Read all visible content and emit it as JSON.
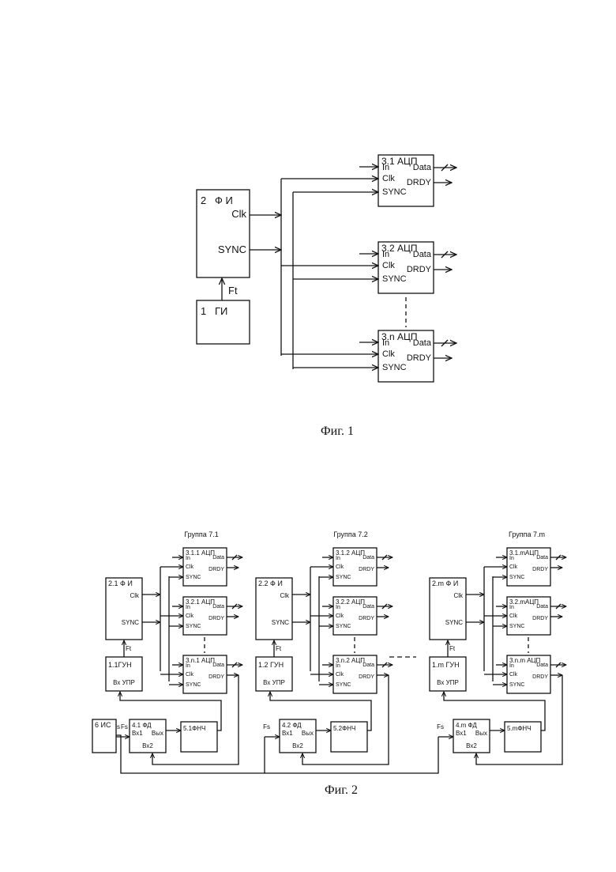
{
  "fig1": {
    "caption": "Фиг. 1",
    "gi": {
      "num": "1",
      "name": "ГИ"
    },
    "fi": {
      "num": "2",
      "name": "Ф И",
      "clk": "Clk",
      "sync": "SYNC"
    },
    "ft": "Ft",
    "adcs": [
      {
        "title": "3.1 АЦП"
      },
      {
        "title": "3.2 АЦП"
      },
      {
        "title": "3.n АЦП"
      }
    ],
    "port_in": "In",
    "port_clk": "Clk",
    "port_sync": "SYNC",
    "port_data": "Data",
    "port_drdy": "DRDY"
  },
  "fig2": {
    "caption": "Фиг. 2",
    "is_label": "6  ИС",
    "fs": "Fs",
    "ft": "Ft",
    "vx_upr": "Вх УПР",
    "vx1": "Вх1",
    "vyx": "Вых",
    "vx2": "Вх2",
    "port_in": "In",
    "port_clk": "Clk",
    "port_sync": "SYNC",
    "port_data": "Data",
    "port_drdy": "DRDY",
    "fi_clk": "Clk",
    "fi_sync": "SYNC",
    "groups": [
      {
        "label": "Группа 7.1",
        "fi": "2.1 Ф И",
        "gun": "1.1ГУН",
        "fd": "4.1 ФД",
        "fnch": "5.1ФНЧ",
        "adcs": [
          "3.1.1 АЦП",
          "3.2.1 АЦП",
          "3.n.1 АЦП"
        ]
      },
      {
        "label": "Группа 7.2",
        "fi": "2.2 Ф И",
        "gun": "1.2  ГУН",
        "fd": "4.2 ФД",
        "fnch": "5.2ФНЧ",
        "adcs": [
          "3.1.2 АЦП",
          "3.2.2 АЦП",
          "3.n.2 АЦП"
        ]
      },
      {
        "label": "Группа 7.m",
        "fi": "2.m  Ф И",
        "gun": "1.m  ГУН",
        "fd": "4.m  ФД",
        "fnch": "5.mФНЧ",
        "adcs": [
          "3.1.mАЦП",
          "3.2.mАЦП",
          "3.n.m АЦП"
        ]
      }
    ]
  }
}
